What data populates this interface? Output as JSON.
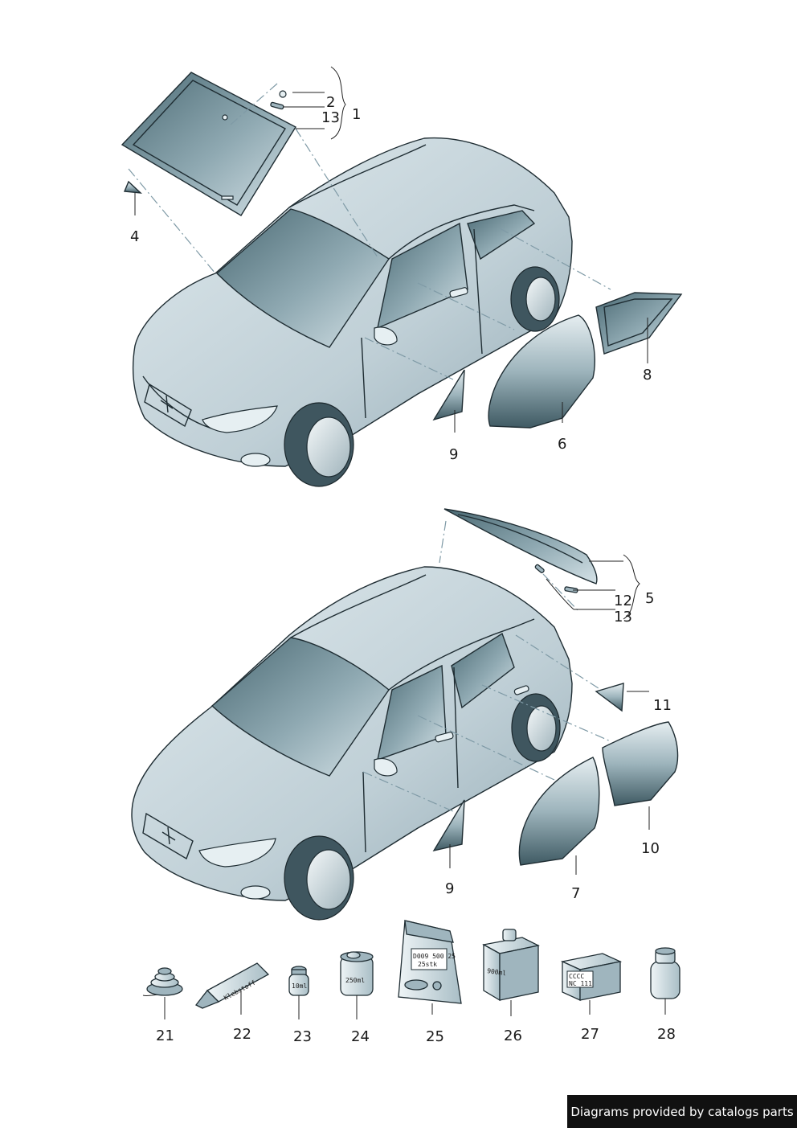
{
  "footer": {
    "text": "Diagrams provided by catalogs parts"
  },
  "callouts": [
    {
      "id": "1",
      "label": "1"
    },
    {
      "id": "2",
      "label": "2"
    },
    {
      "id": "13a",
      "label": "13"
    },
    {
      "id": "4",
      "label": "4"
    },
    {
      "id": "6",
      "label": "6"
    },
    {
      "id": "8",
      "label": "8"
    },
    {
      "id": "9a",
      "label": "9"
    },
    {
      "id": "5",
      "label": "5"
    },
    {
      "id": "12",
      "label": "12"
    },
    {
      "id": "13b",
      "label": "13"
    },
    {
      "id": "11",
      "label": "11"
    },
    {
      "id": "10",
      "label": "10"
    },
    {
      "id": "9b",
      "label": "9"
    },
    {
      "id": "7",
      "label": "7"
    },
    {
      "id": "21",
      "label": "21"
    },
    {
      "id": "22",
      "label": "22"
    },
    {
      "id": "23",
      "label": "23"
    },
    {
      "id": "24",
      "label": "24"
    },
    {
      "id": "25",
      "label": "25"
    },
    {
      "id": "26",
      "label": "26"
    },
    {
      "id": "27",
      "label": "27"
    },
    {
      "id": "28",
      "label": "28"
    }
  ],
  "product_labels": {
    "tube": "Klebstoff",
    "small_bottle": "10ml",
    "can": "250ml",
    "bag_line1": "D009 500 25",
    "bag_line2": "25stk",
    "jug": "900ml",
    "box_line1": "CCCC",
    "box_line2": "NC 111"
  },
  "colors": {
    "glass": "#5f7f89",
    "body": "#c9d8de",
    "stroke": "#1f2d33",
    "footer_bg": "#111111"
  }
}
